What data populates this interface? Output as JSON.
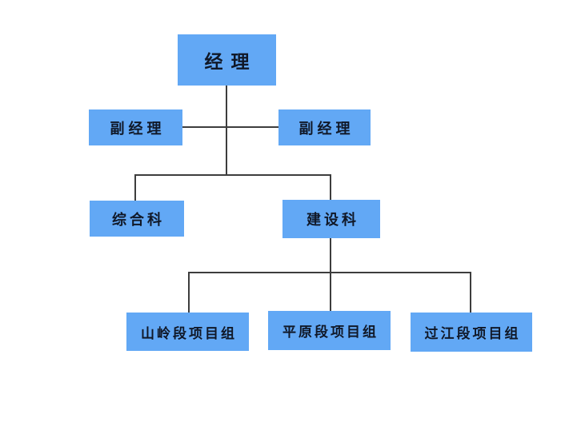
{
  "diagram": {
    "type": "org-chart",
    "nodes": {
      "manager": {
        "label": "经理"
      },
      "deputy_left": {
        "label": "副经理"
      },
      "deputy_right": {
        "label": "副经理"
      },
      "general_section": {
        "label": "综合科"
      },
      "construction_section": {
        "label": "建设科"
      },
      "mountain_team": {
        "label": "山岭段项目组"
      },
      "plain_team": {
        "label": "平原段项目组"
      },
      "river_team": {
        "label": "过江段项目组"
      }
    },
    "edges": [
      {
        "from": "manager",
        "to": "deputy_left"
      },
      {
        "from": "manager",
        "to": "deputy_right"
      },
      {
        "from": "manager",
        "to": "general_section"
      },
      {
        "from": "manager",
        "to": "construction_section"
      },
      {
        "from": "construction_section",
        "to": "mountain_team"
      },
      {
        "from": "construction_section",
        "to": "plain_team"
      },
      {
        "from": "construction_section",
        "to": "river_team"
      }
    ],
    "colors": {
      "node_fill": "#62a8f5",
      "connector": "#3d3d3d",
      "text": "#101828",
      "background": "#ffffff"
    }
  }
}
